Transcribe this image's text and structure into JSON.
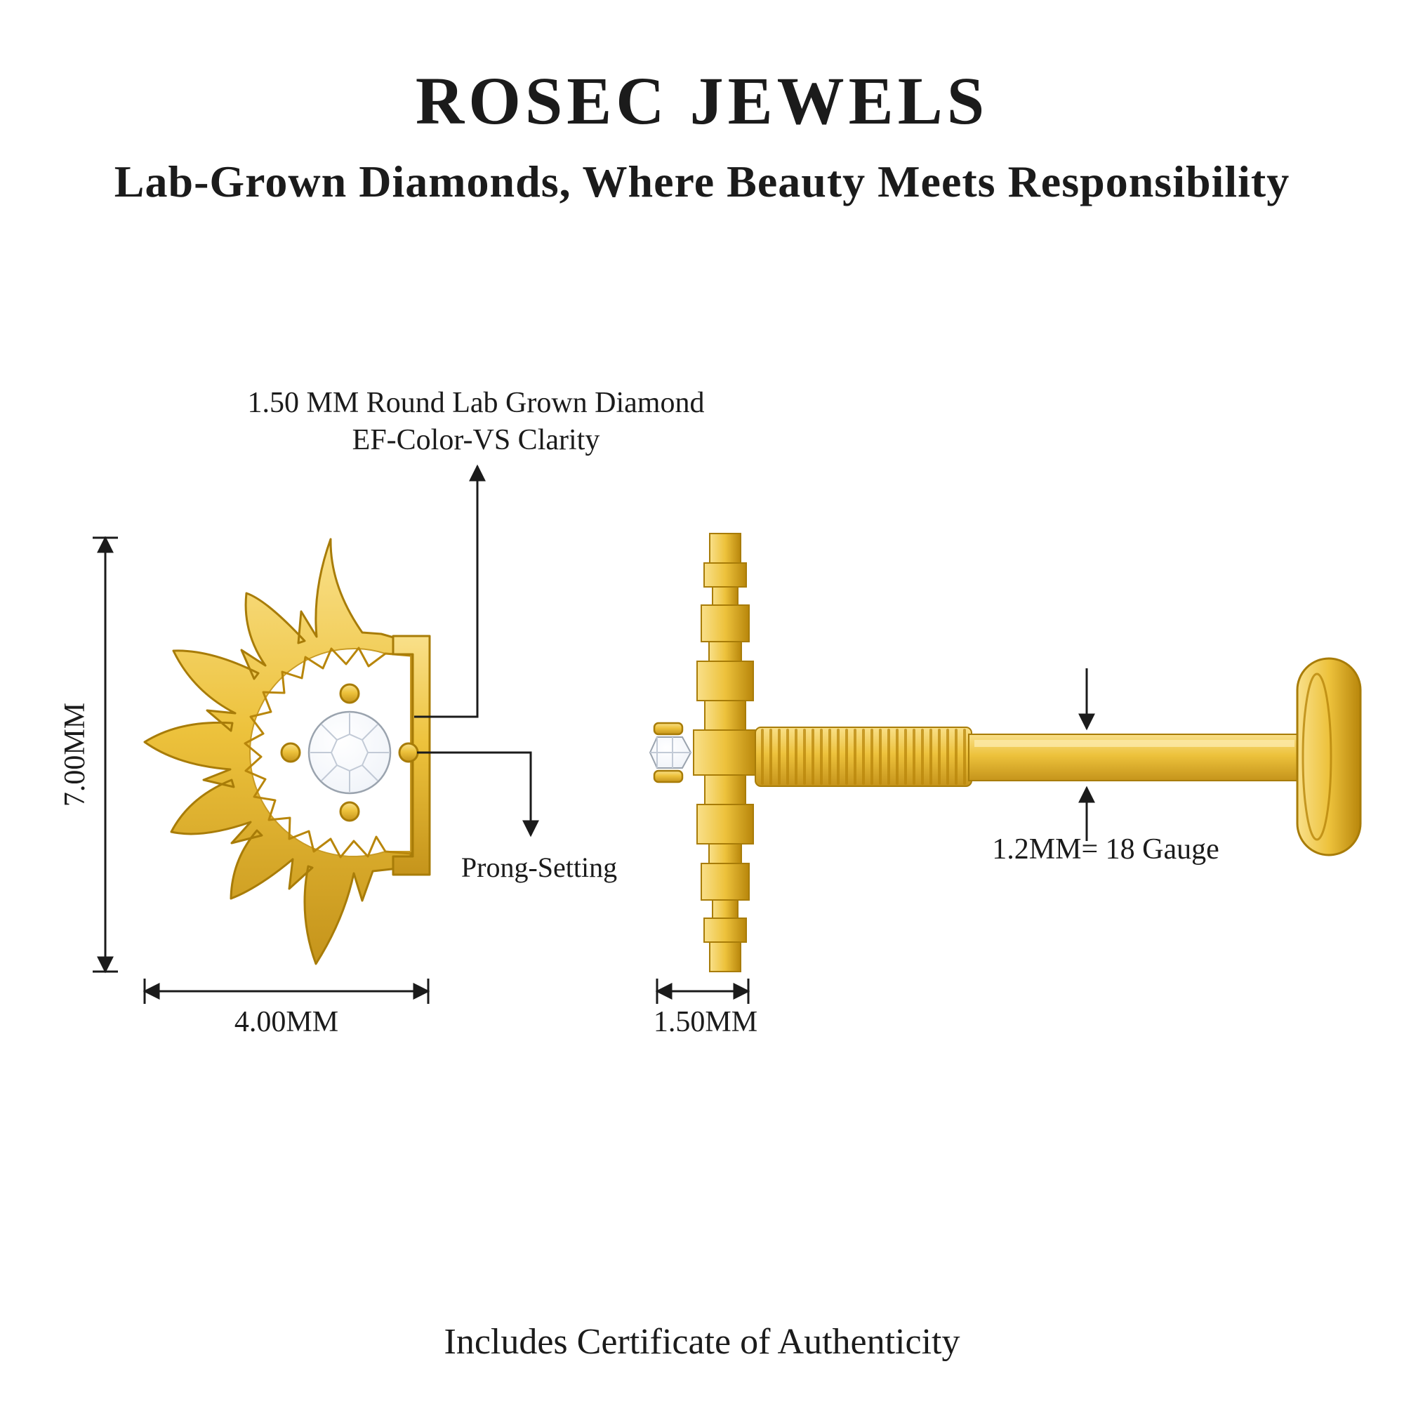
{
  "header": {
    "brand": "ROSEC JEWELS",
    "tagline": "Lab-Grown Diamonds, Where Beauty Meets Responsibility"
  },
  "front_view": {
    "stone_callout": {
      "line1": "1.50 MM Round Lab Grown Diamond",
      "line2": "EF-Color-VS Clarity"
    },
    "prong_label": "Prong-Setting",
    "height_dimension": "7.00MM",
    "width_dimension": "4.00MM"
  },
  "side_view": {
    "thickness_dimension": "1.50MM",
    "post_gauge_label": "1.2MM= 18 Gauge"
  },
  "footer": {
    "certificate_note": "Includes Certificate of Authenticity"
  },
  "colors": {
    "gold": "#EDC23C",
    "gold_light": "#F9E08A",
    "gold_dark": "#A87C08",
    "annotation": "#1b1b1b",
    "diamond_edge": "#9AA3AE",
    "background": "#FFFFFF"
  }
}
